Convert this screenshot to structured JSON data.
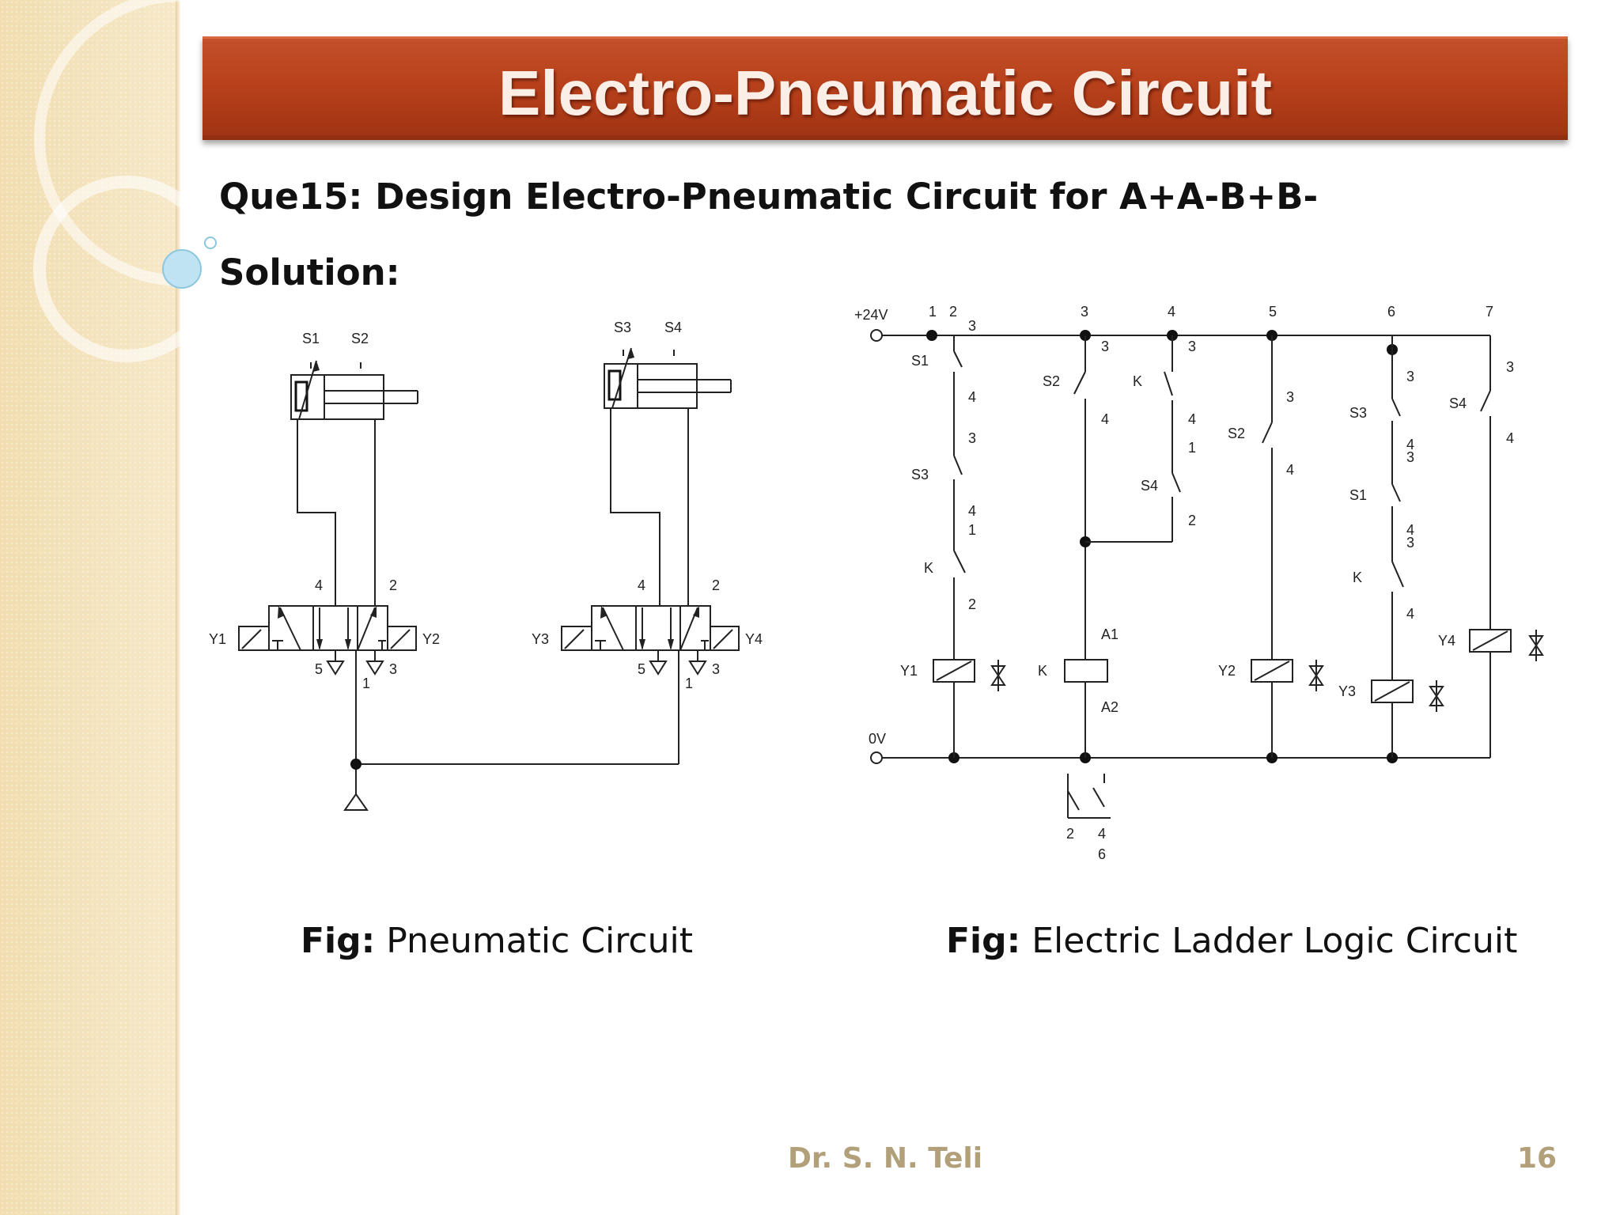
{
  "slide": {
    "title": "Electro-Pneumatic Circuit",
    "question": "Que15: Design Electro-Pneumatic Circuit  for A+A-B+B-",
    "solution_label": "Solution:",
    "captions": [
      {
        "prefix": "Fig:",
        "text": "Pneumatic Circuit"
      },
      {
        "prefix": "Fig:",
        "text": "Electric Ladder Logic Circuit"
      }
    ],
    "author": "Dr.  S. N.  Teli",
    "page": "16"
  },
  "pneumatic": {
    "cylinder_a_sensors": [
      "S1",
      "S2"
    ],
    "cylinder_b_sensors": [
      "S3",
      "S4"
    ],
    "valve_a": {
      "left_solenoid": "Y1",
      "right_solenoid": "Y2",
      "ports": [
        "4",
        "2",
        "5",
        "3",
        "1"
      ]
    },
    "valve_b": {
      "left_solenoid": "Y3",
      "right_solenoid": "Y4",
      "ports": [
        "4",
        "2",
        "5",
        "3",
        "1"
      ]
    }
  },
  "ladder": {
    "supply_top": "+24V",
    "supply_bottom": "0V",
    "rung_numbers": [
      "1",
      "2",
      "3",
      "4",
      "5",
      "6",
      "7"
    ],
    "rung1": {
      "contacts": [
        "S1",
        "S3",
        "K"
      ],
      "pins": [
        "3",
        "4",
        "3",
        "4",
        "1",
        "2"
      ],
      "coil": "Y1"
    },
    "rung3": {
      "contacts": [
        "S2"
      ],
      "pins": [
        "3",
        "4"
      ],
      "coil": "K",
      "coil_pins": [
        "A1",
        "A2"
      ]
    },
    "rung4": {
      "contacts": [
        "K",
        "S4"
      ],
      "pins": [
        "3",
        "4",
        "1",
        "2"
      ]
    },
    "rung5": {
      "contacts": [
        "S2"
      ],
      "pins": [
        "3",
        "4"
      ],
      "coil": "Y2"
    },
    "rung6": {
      "contacts": [
        "S3",
        "S1",
        "K"
      ],
      "pins": [
        "3",
        "4",
        "3",
        "4",
        "3",
        "4"
      ],
      "coil": "Y3"
    },
    "rung7": {
      "contacts": [
        "S4"
      ],
      "pins": [
        "3",
        "4"
      ],
      "coil": "Y4"
    },
    "relay_contact_refs": [
      "2",
      "4",
      "6"
    ]
  }
}
